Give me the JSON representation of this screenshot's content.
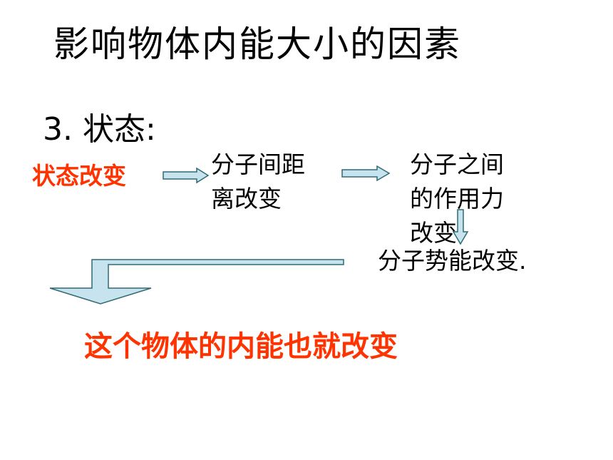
{
  "slide": {
    "title": "影响物体内能大小的因素",
    "section_heading": "3. 状态:",
    "colors": {
      "highlight_red": "#ff3300",
      "arrow_fill": "#c7e3ee",
      "arrow_stroke": "#2f6b73",
      "text": "#000000"
    },
    "chain": {
      "state_change": "状态改变",
      "distance_line1": "分子间距",
      "distance_line2": "离改变",
      "force_line1": "分子之间",
      "force_line2": "的作用力",
      "force_line3": "改变",
      "potential_energy": "分子势能改变."
    },
    "conclusion": "这个物体的内能也就改变"
  }
}
